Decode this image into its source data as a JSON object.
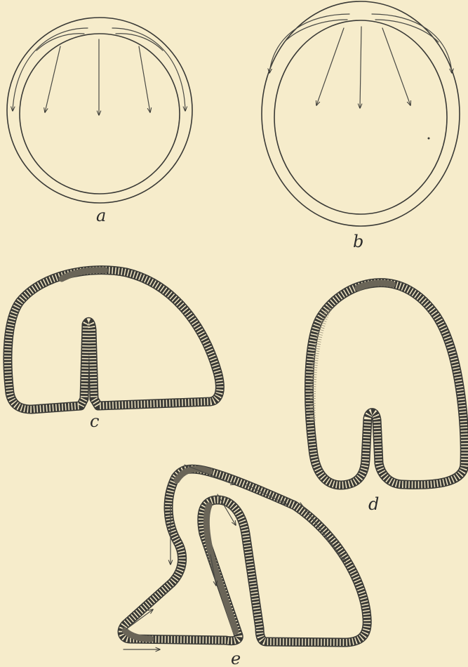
{
  "figure": {
    "panels": [
      {
        "id": "a",
        "label": "a"
      },
      {
        "id": "b",
        "label": "b"
      },
      {
        "id": "c",
        "label": "c"
      },
      {
        "id": "d",
        "label": "d"
      },
      {
        "id": "e",
        "label": "e"
      }
    ]
  },
  "colors": {
    "paper": "#f6eccb",
    "ink": "#3a3a36",
    "stipple": "#6a6558"
  }
}
